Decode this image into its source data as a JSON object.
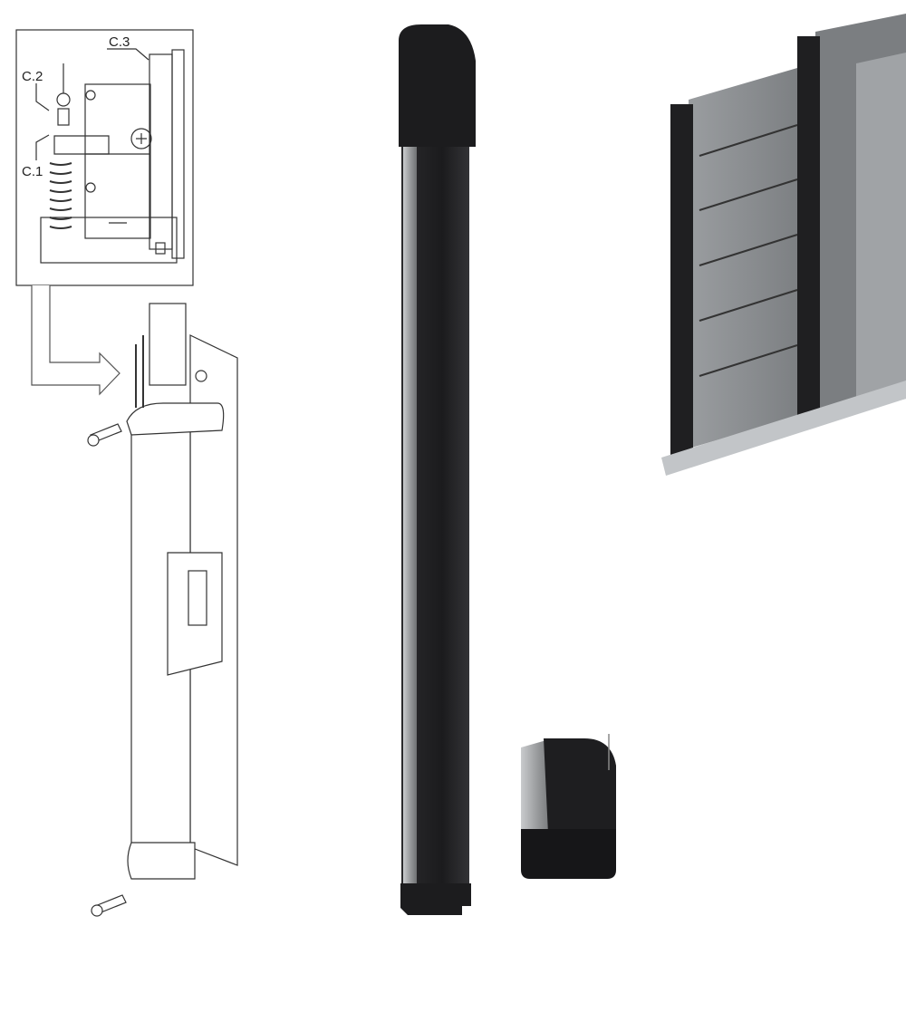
{
  "callouts": {
    "c1": "C.1",
    "c2": "C.2",
    "c3": "C.3"
  },
  "colors": {
    "post_dark": "#1e1e20",
    "post_aluminium": "#a9abad",
    "gate_panel": "#8e9194",
    "line_drawing": "#333333"
  }
}
